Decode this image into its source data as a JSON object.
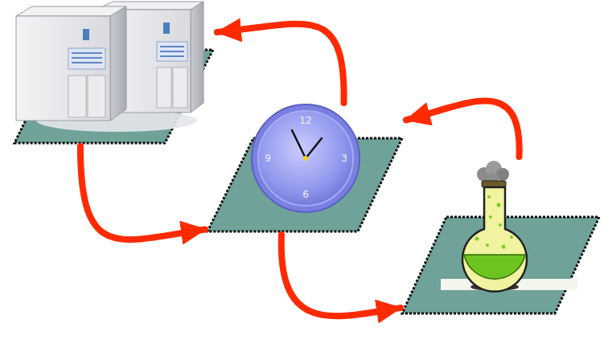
{
  "diagram": {
    "nodes": [
      {
        "text": []
      },
      {
        "text": [
          "12",
          "3",
          "6",
          "9"
        ]
      },
      {
        "text": []
      }
    ],
    "edges": [
      {
        "from": 0,
        "to": 1,
        "arrow": "to"
      },
      {
        "from": 1,
        "to": 0,
        "arrow": "to"
      },
      {
        "from": 1,
        "to": 2,
        "arrow": "to"
      },
      {
        "from": 2,
        "to": 1,
        "arrow": "to"
      }
    ]
  }
}
